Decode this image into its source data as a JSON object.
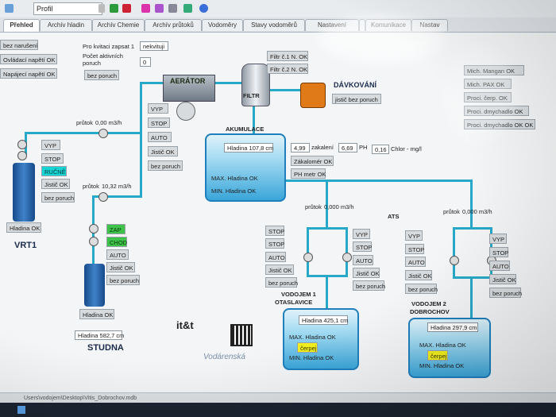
{
  "toolbar": {
    "profile_value": "Profil"
  },
  "tabs": [
    {
      "label": "Přehled"
    },
    {
      "label": "Archív hladin"
    },
    {
      "label": "Archív Chemie"
    },
    {
      "label": "Archív průtoků"
    },
    {
      "label": "Vodoměry"
    },
    {
      "label": "Stavy vodoměrů"
    },
    {
      "label": "Nastavení"
    },
    {
      "label": ""
    },
    {
      "label": "Komunikace"
    },
    {
      "label": "Nastav"
    }
  ],
  "left_alarms": [
    "bez narušení",
    "Ovládací napětí OK",
    "Napájecí napětí OK"
  ],
  "stock": {
    "label1": "Pro kvitaci zapsat 1",
    "value1": "nekvituji",
    "label2": "Počet aktivních poruch",
    "value2": "0",
    "status": "bez poruch"
  },
  "filter_alarms": [
    "Filtr č.1 N. OK",
    "Filtr č.2 N. OK"
  ],
  "aerator": {
    "title": "AERÁTOR",
    "buttons": [
      "VYP",
      "STOP",
      "AUTO",
      "Jistič OK",
      "bez poruch"
    ]
  },
  "filter": {
    "title": "FILTR"
  },
  "dosing": {
    "title": "DÁVKOVÁNÍ",
    "status": "jistič bez poruch"
  },
  "right_alarms": [
    "Mich. Mangan OK",
    "Mich. PAX OK",
    "Proci. čerp. OK",
    "Proci. dmychadlo OK",
    "Proci. dmychadlo OK OK"
  ],
  "vrt1": {
    "flow_label": "průtok",
    "flow_value": "0,00 m3/h",
    "buttons": [
      "VYP",
      "STOP",
      "RUČNĚ",
      "Jistič OK",
      "bez poruch"
    ],
    "level": "Hladina OK",
    "name": "VRT1"
  },
  "studna": {
    "flow_label": "průtok",
    "flow_value": "10,32 m3/h",
    "buttons": [
      "ZAP",
      "CHOD",
      "AUTO",
      "Jistič OK",
      "bez poruch"
    ],
    "level": "Hladina OK",
    "level_value": "Hladina 582,7 cm",
    "name": "STUDNA"
  },
  "akumulace": {
    "title": "AKUMULACE",
    "level": "Hladina 107,8 cm",
    "max": "MAX. Hladina OK",
    "min": "MIN. Hladina OK"
  },
  "chem": {
    "zakal_value": "4,99",
    "zakal_label": "zakalení",
    "ph_value": "6,69",
    "ph_label": "PH",
    "chlor_value": "0,16",
    "chlor_label": "Chlor - mg/l",
    "zakal_ok": "Zákalomér OK",
    "ph_ok": "PH metr OK"
  },
  "ats_label": "ATS",
  "pump1": {
    "flow_label": "průtok",
    "flow_value": "0,000 m3/h",
    "left_buttons": [
      "STOP",
      "STOP",
      "AUTO",
      "Jistič OK",
      "bez poruch"
    ],
    "right_buttons": [
      "VYP",
      "STOP",
      "AUTO",
      "Jistič OK",
      "bez poruch"
    ]
  },
  "pump2": {
    "flow_label": "průtok",
    "flow_value": "0,000 m3/h",
    "left_buttons": [
      "VYP",
      "STOP",
      "AUTO",
      "Jistič OK",
      "bez poruch"
    ],
    "right_buttons": [
      "VYP",
      "STOP",
      "AUTO",
      "Jistič OK",
      "bez poruch"
    ]
  },
  "vodojem1": {
    "title": "VODOJEM 1",
    "subtitle": "OTASLAVICE",
    "level": "Hladina 425,1 cm",
    "max": "MAX. Hladina OK",
    "pump": "čerpej",
    "min": "MIN. Hladina OK"
  },
  "vodojem2": {
    "title": "VODOJEM 2",
    "subtitle": "DOBROCHOV",
    "level": "Hladina 297,9 cm",
    "max": "MAX. Hladina OK",
    "pump": "čerpej",
    "min": "MIN. Hladina OK"
  },
  "logo": {
    "text": "it&t",
    "sub": "Vodárenská"
  },
  "statusbar": {
    "path": "Users\\vodojem\\Desktop\\Vitis_Dobrochov.mdb"
  },
  "colors": {
    "pipe": "#27a8c8",
    "green": "#3ec24a",
    "cyan": "#16d4d4",
    "yellow": "#f2ef1e"
  }
}
